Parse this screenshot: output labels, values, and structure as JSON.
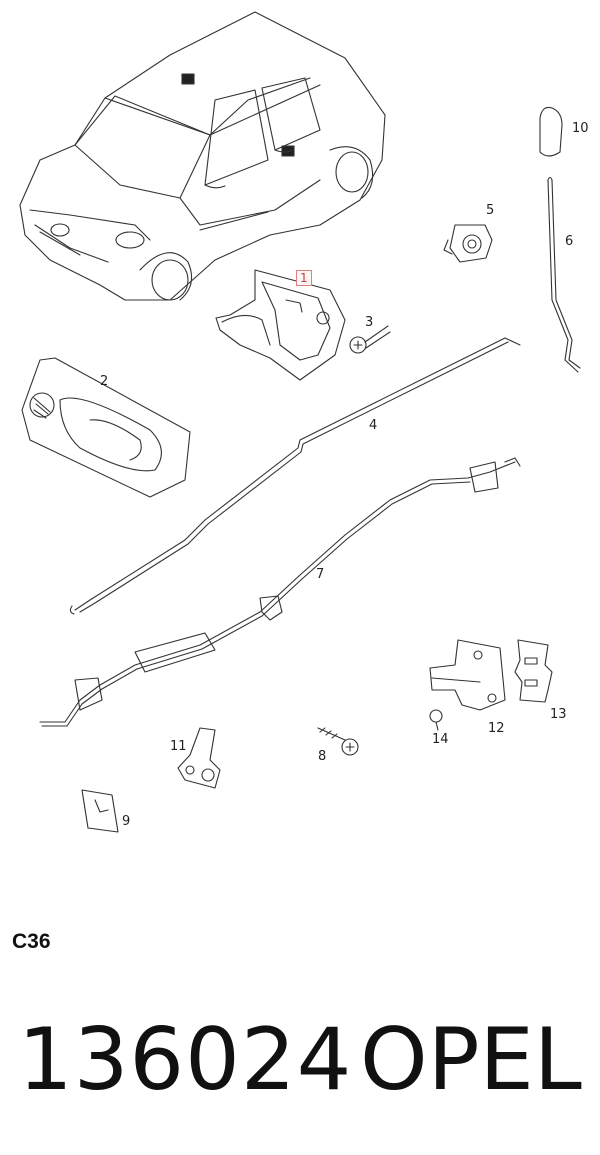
{
  "diagram": {
    "callouts": [
      {
        "id": "1",
        "label": "1"
      },
      {
        "id": "2",
        "label": "2"
      },
      {
        "id": "3",
        "label": "3"
      },
      {
        "id": "4",
        "label": "4"
      },
      {
        "id": "5",
        "label": "5"
      },
      {
        "id": "6",
        "label": "6"
      },
      {
        "id": "7",
        "label": "7"
      },
      {
        "id": "8",
        "label": "8"
      },
      {
        "id": "9",
        "label": "9"
      },
      {
        "id": "10",
        "label": "10"
      },
      {
        "id": "11",
        "label": "11"
      },
      {
        "id": "12",
        "label": "12"
      },
      {
        "id": "13",
        "label": "13"
      },
      {
        "id": "14",
        "label": "14"
      }
    ],
    "highlight_color": "#e08080"
  },
  "section_code": "C36",
  "footer": {
    "part_number": "136024",
    "brand": "OPEL"
  }
}
